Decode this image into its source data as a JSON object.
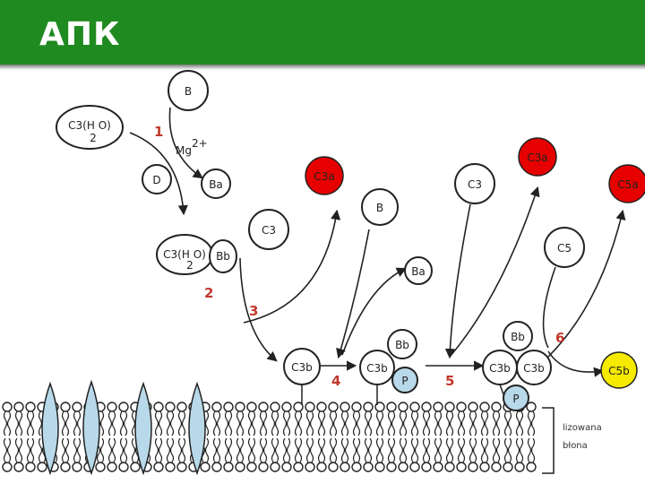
{
  "header": {
    "title": "АПК"
  },
  "colors": {
    "header_bg": "#1f8a1f",
    "red_node": "#e60000",
    "yellow_node": "#f5ea00",
    "blue_node": "#b8d9ea",
    "step_number": "#c0392b",
    "protein": "#b8d9ea"
  },
  "nodes": {
    "c3h2o_top": "C3(H O)",
    "c3h2o_top_sub": "2",
    "b_top": "B",
    "mg": "Mg",
    "mg_sup": "2+",
    "d": "D",
    "ba_1": "Ba",
    "c3h2o_bb": "C3(H O)",
    "c3h2o_bb_sub": "2",
    "bb_1": "Bb",
    "c3_left": "C3",
    "c3a_1": "C3a",
    "c3b_1": "C3b",
    "b_mid": "B",
    "ba_2": "Ba",
    "c3b_2": "C3b",
    "bb_2": "Bb",
    "p_1": "P",
    "c3_right": "C3",
    "c3a_2": "C3a",
    "c3b_3": "C3b",
    "c3b_4": "C3b",
    "bb_3": "Bb",
    "p_2": "P",
    "c3a_3": "C5a",
    "c5": "C5",
    "c5b": "C5b"
  },
  "steps": [
    "1",
    "2",
    "3",
    "4",
    "5",
    "6"
  ],
  "membrane_label": {
    "line1": "lizowana",
    "line2": "błona"
  }
}
